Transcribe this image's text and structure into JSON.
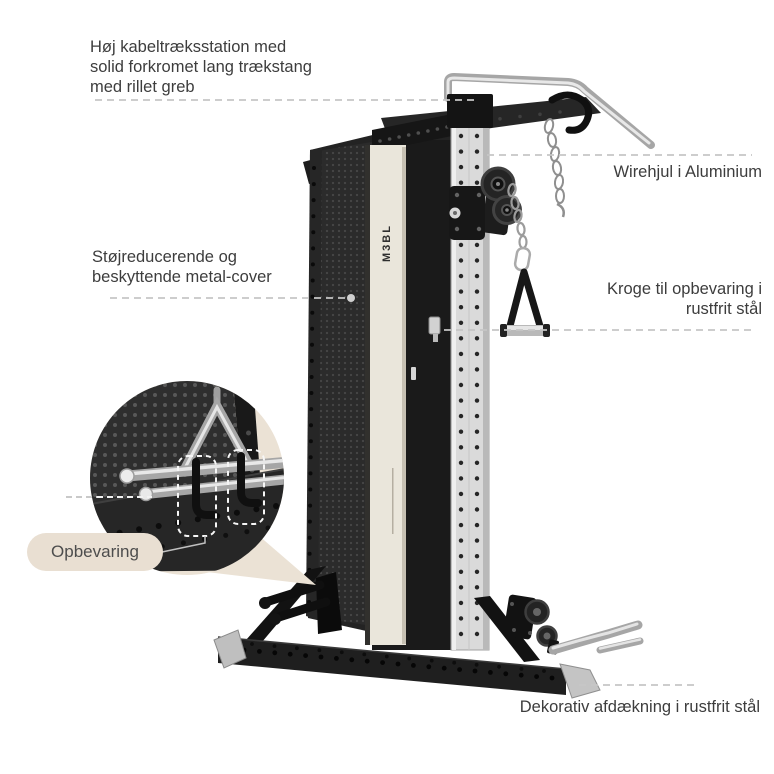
{
  "annotations": {
    "cable_station": "Høj kabeltræksstation med\nsolid forkromet lang trækstang\nmed rillet greb",
    "wire_wheels": "Wirehjul i Aluminium",
    "metal_cover": "Støjreducerende og\nbeskyttende metal-cover",
    "storage_hooks": "Kroge til opbevaring i\nrustfrit stål",
    "storage_badge": "Opbevaring",
    "decorative_cover": "Dekorativ afdækning i rustfrit stål"
  },
  "machine": {
    "logo_vertical": "M3BL"
  },
  "colors": {
    "background": "#ffffff",
    "label_text": "#3d3d3d",
    "dashed_line": "#c6c6c6",
    "badge_background": "#e9dfd2",
    "badge_text": "#4d4d4d",
    "inset_background": "#ebe2d5",
    "frame_black": "#232323",
    "stack_cover_ivory": "#eae6db",
    "upright_rail_gray": "#dadada",
    "chrome": "#b9b9b9"
  }
}
